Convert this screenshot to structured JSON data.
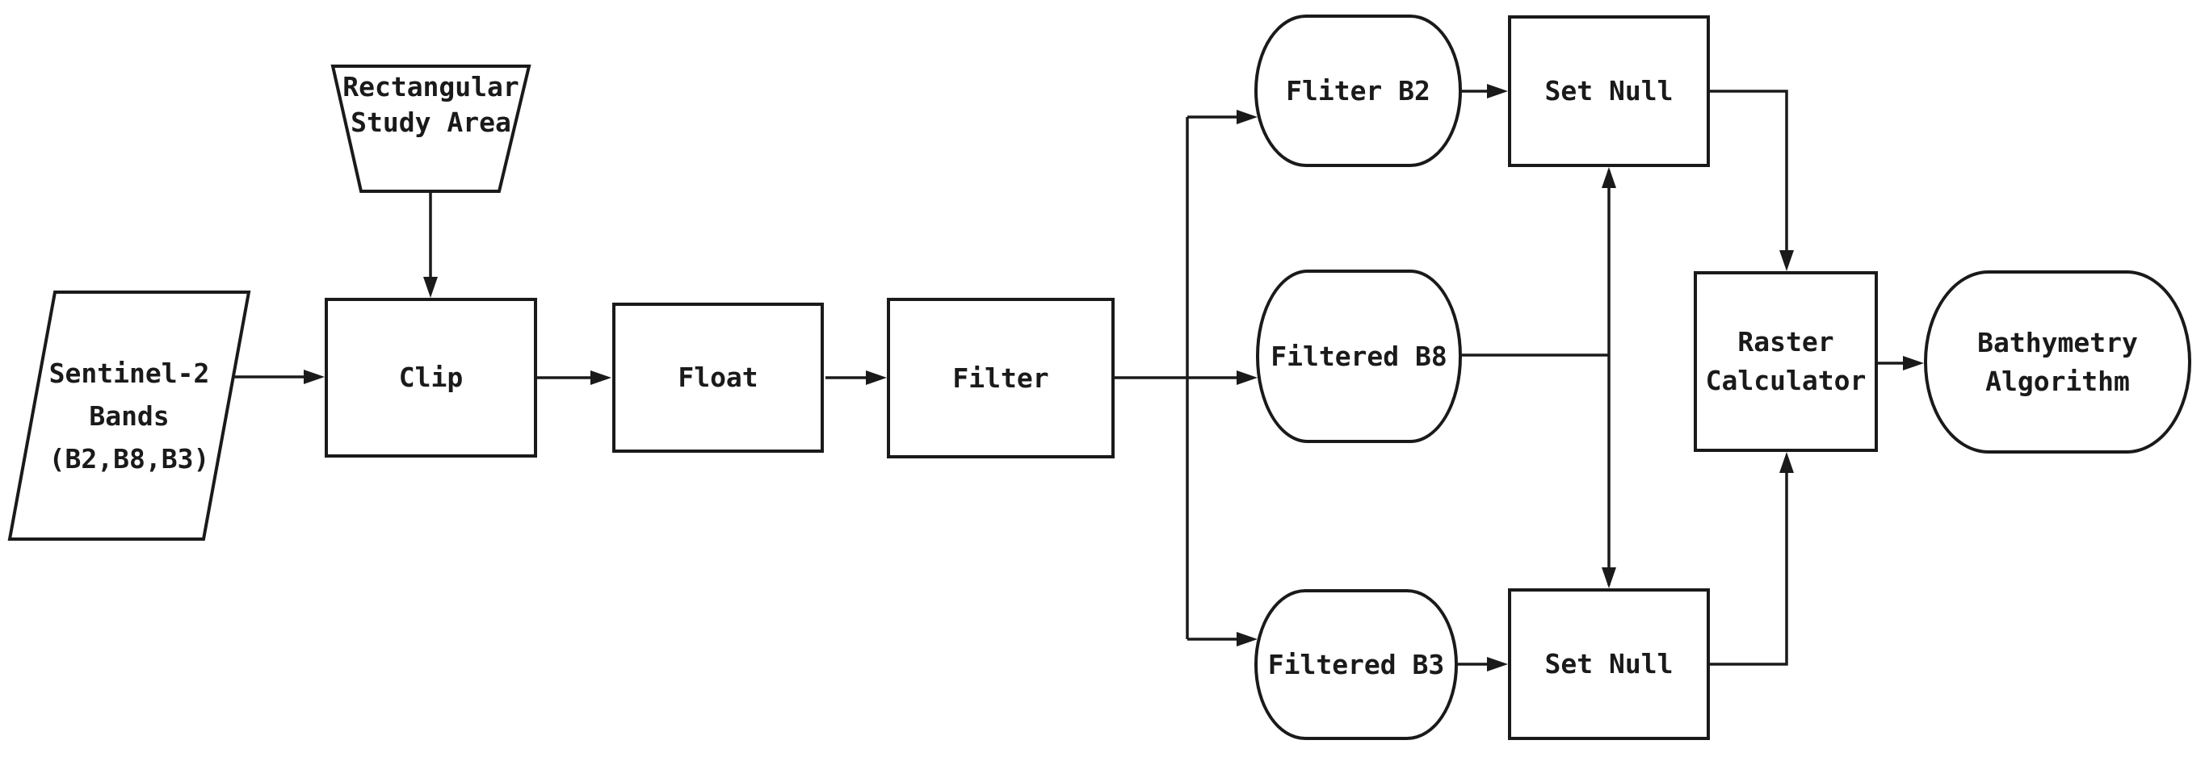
{
  "colors": {
    "stroke": "#1a1a1a",
    "background": "#ffffff"
  },
  "diagram_type": "flowchart",
  "nodes": {
    "sentinel": {
      "shape": "parallelogram",
      "lines": [
        "Sentinel-2",
        "Bands",
        "(B2,B8,B3)"
      ]
    },
    "study_area": {
      "shape": "trapezoid",
      "lines": [
        "Rectangular",
        "Study Area"
      ]
    },
    "clip": {
      "shape": "process",
      "label": "Clip"
    },
    "float": {
      "shape": "process",
      "label": "Float"
    },
    "filter": {
      "shape": "process",
      "label": "Filter"
    },
    "filter_b2": {
      "shape": "rounded",
      "label": "Fliter B2"
    },
    "filtered_b8": {
      "shape": "rounded",
      "label": "Filtered B8"
    },
    "filtered_b3": {
      "shape": "rounded",
      "label": "Filtered B3"
    },
    "set_null_top": {
      "shape": "process",
      "label": "Set Null"
    },
    "set_null_bottom": {
      "shape": "process",
      "label": "Set Null"
    },
    "raster_calculator": {
      "shape": "process",
      "lines": [
        "Raster",
        "Calculator"
      ]
    },
    "bathymetry": {
      "shape": "rounded",
      "lines": [
        "Bathymetry",
        "Algorithm"
      ]
    }
  },
  "edges": [
    {
      "from": "sentinel",
      "to": "clip"
    },
    {
      "from": "study_area",
      "to": "clip"
    },
    {
      "from": "clip",
      "to": "float"
    },
    {
      "from": "float",
      "to": "filter"
    },
    {
      "from": "filter",
      "to": "filter_b2"
    },
    {
      "from": "filter",
      "to": "filtered_b8"
    },
    {
      "from": "filter",
      "to": "filtered_b3"
    },
    {
      "from": "filter_b2",
      "to": "set_null_top"
    },
    {
      "from": "filtered_b8",
      "to": "set_null_top"
    },
    {
      "from": "filtered_b8",
      "to": "set_null_bottom"
    },
    {
      "from": "filtered_b3",
      "to": "set_null_bottom"
    },
    {
      "from": "set_null_top",
      "to": "raster_calculator"
    },
    {
      "from": "set_null_bottom",
      "to": "raster_calculator"
    },
    {
      "from": "raster_calculator",
      "to": "bathymetry"
    }
  ]
}
